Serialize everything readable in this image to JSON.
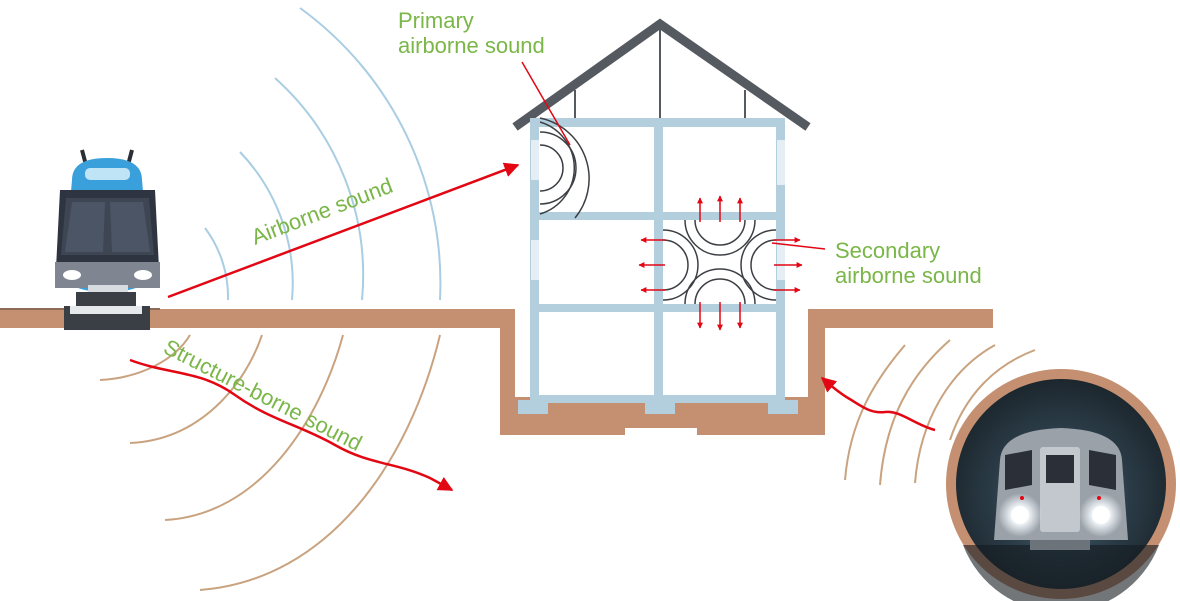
{
  "labels": {
    "airborne": "Airborne sound",
    "primary_line1": "Primary",
    "primary_line2": "airborne sound",
    "secondary_line1": "Secondary",
    "secondary_line2": "airborne sound",
    "structure": "Structure-borne sound"
  },
  "colors": {
    "label_green": "#7ab648",
    "arrow_red": "#e30613",
    "ground_brown": "#c49071",
    "wave_blue": "#a9cde3",
    "wave_tan": "#c9a37f",
    "house_frame": "#b3cedd",
    "roof": "#555a61",
    "train_blue": "#3aa0dc",
    "tunnel_dark": "#24313a"
  }
}
